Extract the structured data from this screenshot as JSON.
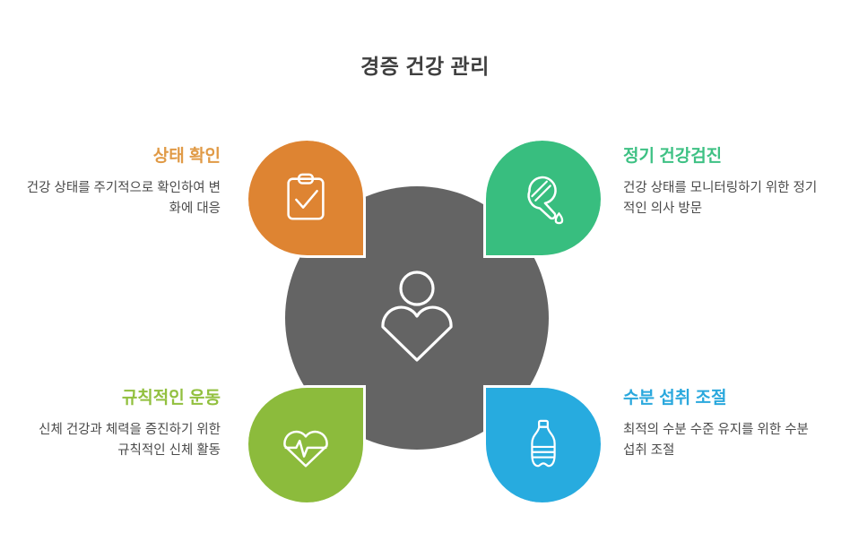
{
  "title": "경증 건강 관리",
  "colors": {
    "orange": "#de8432",
    "green": "#38be7f",
    "olive": "#8cbb3c",
    "blue": "#27abdf",
    "hub_gray": "#646464",
    "heading_orange": "#e09a46",
    "heading_green": "#3ec184",
    "heading_olive": "#92c03f",
    "heading_blue": "#2aa8dd",
    "body_text": "#4a4a4a",
    "background": "#ffffff"
  },
  "center": {
    "icon": "person-heart-icon"
  },
  "items": [
    {
      "position": "top-left",
      "heading": "상태 확인",
      "body": "건강 상태를 주기적으로 확인하여 변화에 대응",
      "icon": "clipboard-check-icon",
      "color": "#de8432"
    },
    {
      "position": "top-right",
      "heading": "정기 건강검진",
      "body": "건강 상태를 모니터링하기 위한 정기적인 의사 방문",
      "icon": "dropper-pipette-icon",
      "color": "#38be7f"
    },
    {
      "position": "bottom-left",
      "heading": "규칙적인 운동",
      "body": "신체 건강과 체력을 증진하기 위한 규칙적인 신체 활동",
      "icon": "heart-pulse-icon",
      "color": "#8cbb3c"
    },
    {
      "position": "bottom-right",
      "heading": "수분 섭취 조절",
      "body": "최적의 수분 수준 유지를 위한 수분 섭취 조절",
      "icon": "water-bottle-icon",
      "color": "#27abdf"
    }
  ]
}
